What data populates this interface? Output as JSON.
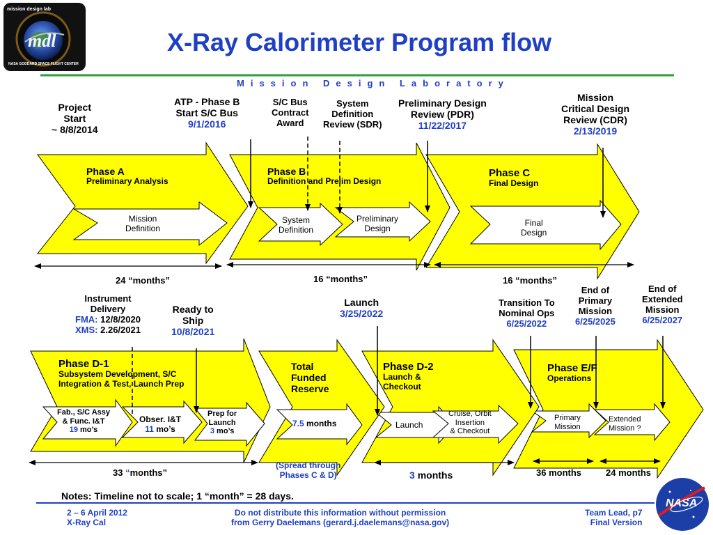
{
  "header": {
    "title": "X-Ray Calorimeter Program flow",
    "subtitle": "Mission Design Laboratory",
    "logo_text": "mdl",
    "logo_ring_text": "mission design lab",
    "logo_sub_text": "NASA GODDARD SPACE FLIGHT CENTER"
  },
  "row1": {
    "milestones": {
      "project_start": {
        "line1": "Project",
        "line2": "Start",
        "line3": "~ 8/8/2014"
      },
      "atp": {
        "line1": "ATP - Phase B",
        "line2": "Start S/C Bus",
        "date": "9/1/2016"
      },
      "sc_bus": {
        "line1": "S/C Bus",
        "line2": "Contract",
        "line3": "Award"
      },
      "sdr": {
        "line1": "System",
        "line2": "Definition",
        "line3": "Review (SDR)"
      },
      "pdr": {
        "line1": "Preliminary Design",
        "line2": "Review (PDR)",
        "date": "11/22/2017"
      },
      "cdr": {
        "line1": "Mission",
        "line2": "Critical Design",
        "line3": "Review (CDR)",
        "date": "2/13/2019"
      }
    },
    "phases": {
      "a": {
        "title": "Phase A",
        "subtitle": "Preliminary Analysis",
        "inner": "Mission\nDefinition"
      },
      "b": {
        "title": "Phase B",
        "subtitle": "Definition and Prelim Design",
        "inner1": "System\nDefinition",
        "inner2": "Preliminary\nDesign"
      },
      "c": {
        "title": "Phase C",
        "subtitle": "Final Design",
        "inner": "Final\nDesign"
      }
    },
    "durations": [
      "24 “months”",
      "16 “months”",
      "16 “months”"
    ]
  },
  "row2": {
    "milestones": {
      "instrument": {
        "line1": "Instrument",
        "line2": "Delivery",
        "fma_label": "FMA:",
        "fma_date": "12/8/2020",
        "xms_label": "XMS:",
        "xms_date": "2.26/2021"
      },
      "ready": {
        "line1": "Ready to",
        "line2": "Ship",
        "date": "10/8/2021"
      },
      "launch": {
        "line1": "Launch",
        "date": "3/25/2022"
      },
      "transition": {
        "line1": "Transition To",
        "line2": "Nominal Ops",
        "date": "6/25/2022"
      },
      "end_primary": {
        "line1": "End of",
        "line2": "Primary",
        "line3": "Mission",
        "date": "6/25/2025"
      },
      "end_extended": {
        "line1": "End of",
        "line2": "Extended",
        "line3": "Mission",
        "date": "6/25/2027"
      }
    },
    "phases": {
      "d1": {
        "title": "Phase D-1",
        "line1": "Subsystem Development, S/C",
        "line2": "Integration & Test, Launch Prep",
        "inner1": {
          "line1": "Fab., S/C Assy",
          "line2": "& Func. I&T",
          "num": "19",
          "unit": "mo’s"
        },
        "inner2": {
          "line1": "Obser. I&T",
          "num": "11",
          "unit": "mo’s"
        },
        "inner3": {
          "line1": "Prep for",
          "line2": "Launch",
          "num": "3",
          "unit": "mo’s"
        }
      },
      "reserve": {
        "line1": "Total",
        "line2": "Funded",
        "line3": "Reserve",
        "num": "7.5",
        "unit": "months",
        "note1": "(Spread through",
        "note2": "Phases C & D)"
      },
      "d2": {
        "title": "Phase D-2",
        "line1": "Launch &",
        "line2": "Checkout",
        "inner1": "Launch",
        "inner2": "Cruise, Orbit\nInsertion\n& Checkout"
      },
      "ef": {
        "title": "Phase E/F",
        "subtitle": "Operations",
        "inner1": "Primary\nMission",
        "inner2": "Extended\nMission ?"
      }
    },
    "durations": {
      "d1": {
        "num": "33",
        "open_quote": "“",
        "rest": "months”"
      },
      "d2": {
        "num": "3",
        "unit": "months"
      },
      "primary": "36 months",
      "extended": "24 months"
    }
  },
  "notes": "Notes:  Timeline not to scale;  1 “month” = 28 days.",
  "footer": {
    "left1": "2 – 6 April 2012",
    "left2": "X-Ray Cal",
    "center1": "Do not distribute this information without permission",
    "center2": "from Gerry Daelemans (gerard.j.daelemans@nasa.gov)",
    "right1": "Team Lead, p7",
    "right2": "Final Version",
    "nasa_logo": "NASA"
  },
  "colors": {
    "accent": "#1f3fc4",
    "phase_fill": "#ffff00",
    "rule": "#2e9e3a"
  }
}
